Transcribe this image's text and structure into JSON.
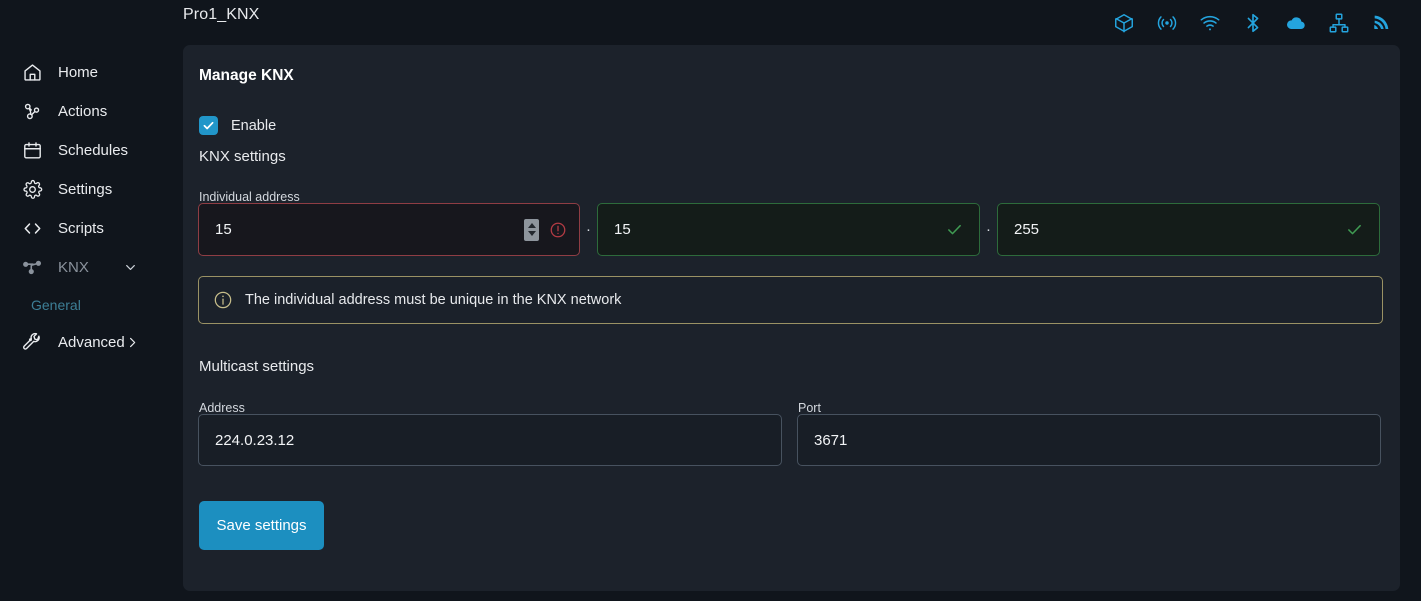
{
  "header": {
    "title": "Pro1_KNX",
    "icons": [
      {
        "name": "package-icon"
      },
      {
        "name": "radio-signal-icon"
      },
      {
        "name": "wifi-icon"
      },
      {
        "name": "bluetooth-icon"
      },
      {
        "name": "cloud-icon"
      },
      {
        "name": "network-icon"
      },
      {
        "name": "rss-signal-icon"
      }
    ]
  },
  "sidebar": {
    "items": [
      {
        "label": "Home",
        "icon": "home-icon",
        "state": "normal"
      },
      {
        "label": "Actions",
        "icon": "actions-icon",
        "state": "normal"
      },
      {
        "label": "Schedules",
        "icon": "calendar-icon",
        "state": "normal"
      },
      {
        "label": "Settings",
        "icon": "gear-icon",
        "state": "normal"
      },
      {
        "label": "Scripts",
        "icon": "code-icon",
        "state": "normal"
      },
      {
        "label": "KNX",
        "icon": "knx-node-icon",
        "state": "dim",
        "expanded": true
      },
      {
        "label": "Advanced",
        "icon": "wrench-icon",
        "state": "normal",
        "expanded": false
      }
    ],
    "sub_item": {
      "label": "General",
      "parent": "KNX",
      "selected": true
    }
  },
  "panel": {
    "title": "Manage KNX",
    "enable": {
      "label": "Enable",
      "checked": true
    },
    "knx_settings_heading": "KNX settings",
    "individual_address": {
      "label": "Individual address",
      "fields": [
        {
          "value": "15",
          "status": "error",
          "has_spinner": true
        },
        {
          "value": "15",
          "status": "valid",
          "has_spinner": false
        },
        {
          "value": "255",
          "status": "valid",
          "has_spinner": false
        }
      ],
      "separator": "."
    },
    "info_banner": {
      "text": "The individual address must be unique in the KNX network",
      "icon": "info-icon"
    },
    "multicast_heading": "Multicast settings",
    "multicast": {
      "address_label": "Address",
      "address_value": "224.0.23.12",
      "port_label": "Port",
      "port_value": "3671"
    },
    "save_label": "Save settings"
  },
  "colors": {
    "page_bg": "#10151c",
    "panel_bg": "#1c222b",
    "accent": "#1c8fc0",
    "error_border": "#8f3d44",
    "valid_border": "#2d6b3b",
    "info_border": "#9a9264",
    "selected_link": "#3d7f96"
  }
}
